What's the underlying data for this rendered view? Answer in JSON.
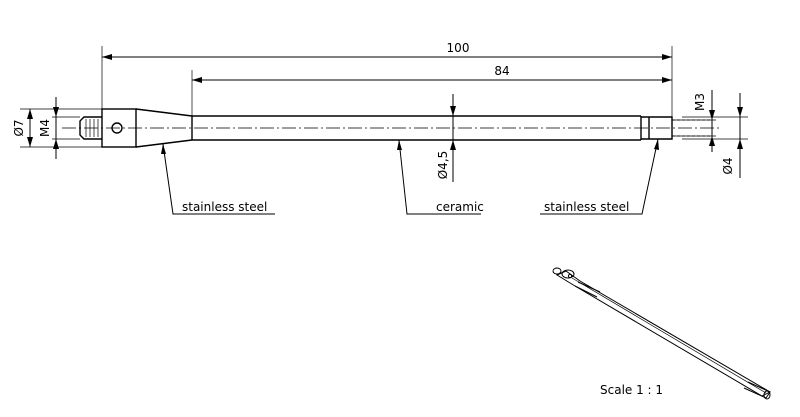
{
  "dimensions": {
    "overall_length": "100",
    "ceramic_length": "84",
    "shank_diameter": "Ø7",
    "shank_thread": "M4",
    "stem_diameter": "Ø4,5",
    "tip_thread": "M3",
    "tip_diameter": "Ø4"
  },
  "materials": {
    "left": "stainless steel",
    "middle": "ceramic",
    "right": "stainless steel"
  },
  "scale_label": "Scale 1 : 1"
}
